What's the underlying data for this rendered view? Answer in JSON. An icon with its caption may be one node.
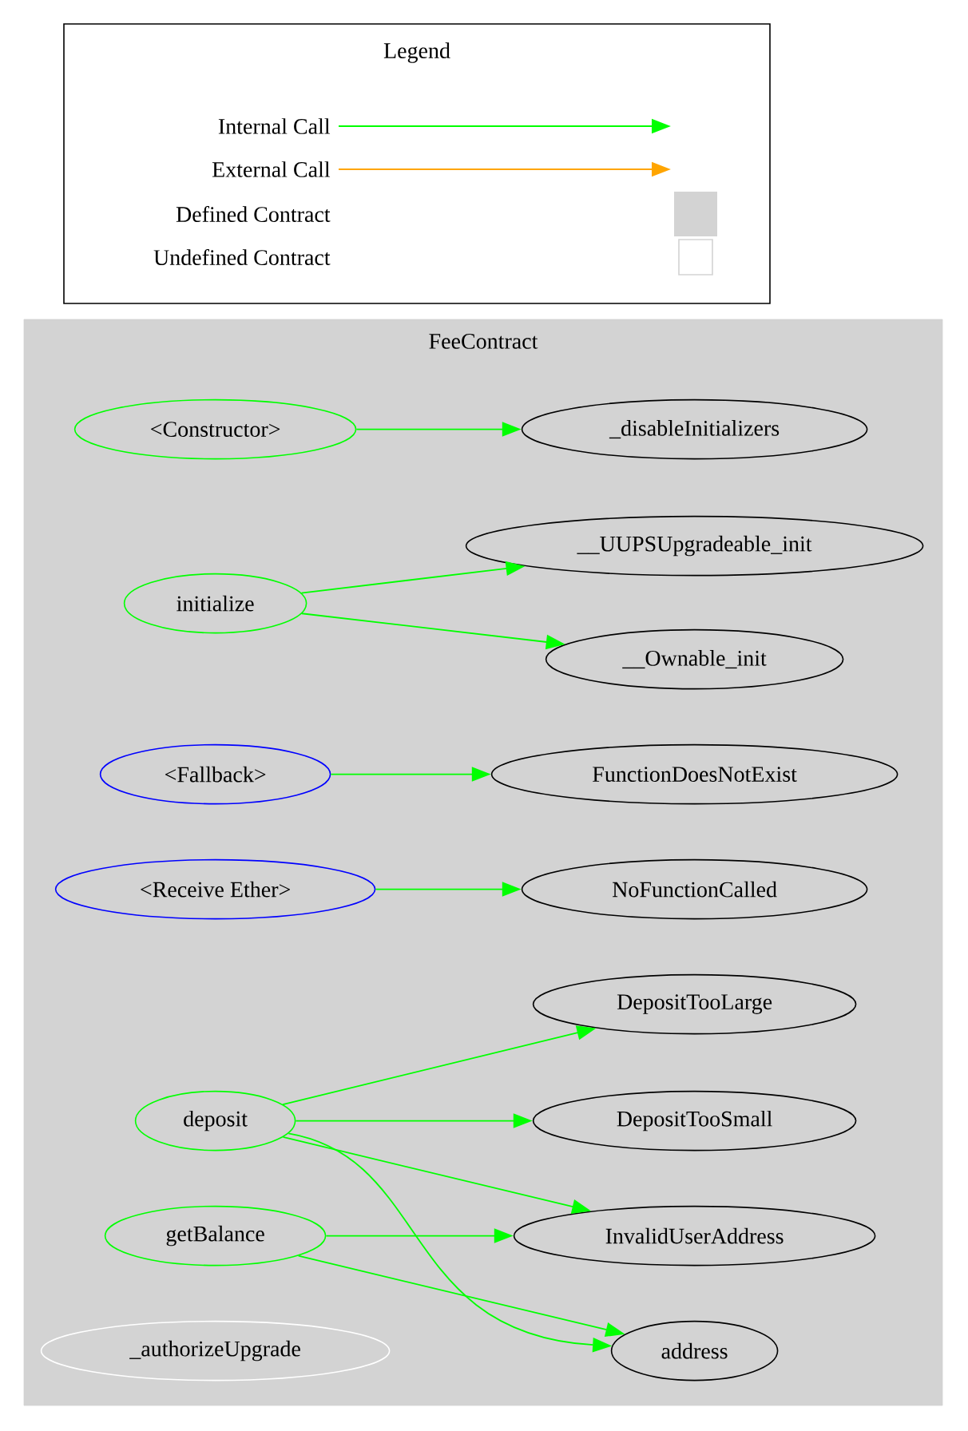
{
  "diagram": {
    "nodes": [
      {
        "text": [
          "FeeContract"
        ]
      },
      {
        "text": [
          "<Constructor>"
        ],
        "in": 0
      },
      {
        "text": [
          "_disableInitializers"
        ],
        "in": 0
      },
      {
        "text": [
          "initialize"
        ],
        "in": 0
      },
      {
        "text": [
          "__UUPSUpgradeable_init"
        ],
        "in": 0
      },
      {
        "text": [
          "__Ownable_init"
        ],
        "in": 0
      },
      {
        "text": [
          "<Fallback>"
        ],
        "in": 0
      },
      {
        "text": [
          "FunctionDoesNotExist"
        ],
        "in": 0
      },
      {
        "text": [
          "<Receive Ether>"
        ],
        "in": 0
      },
      {
        "text": [
          "NoFunctionCalled"
        ],
        "in": 0
      },
      {
        "text": [
          "DepositTooLarge"
        ],
        "in": 0
      },
      {
        "text": [
          "deposit"
        ],
        "in": 0
      },
      {
        "text": [
          "DepositTooSmall"
        ],
        "in": 0
      },
      {
        "text": [
          "getBalance"
        ],
        "in": 0
      },
      {
        "text": [
          "InvalidUserAddress"
        ],
        "in": 0
      },
      {
        "text": [
          "_authorizeUpgrade"
        ],
        "in": 0
      },
      {
        "text": [
          "address"
        ],
        "in": 0
      }
    ],
    "edges": [
      {
        "from": 1,
        "to": 2,
        "arrow": "to"
      },
      {
        "from": 3,
        "to": 4,
        "arrow": "to"
      },
      {
        "from": 3,
        "to": 5,
        "arrow": "to"
      },
      {
        "from": 6,
        "to": 7,
        "arrow": "to"
      },
      {
        "from": 8,
        "to": 9,
        "arrow": "to"
      },
      {
        "from": 11,
        "to": 10,
        "arrow": "to"
      },
      {
        "from": 11,
        "to": 12,
        "arrow": "to"
      },
      {
        "from": 11,
        "to": 14,
        "arrow": "to"
      },
      {
        "from": 11,
        "to": 16,
        "arrow": "to"
      },
      {
        "from": 13,
        "to": 14,
        "arrow": "to"
      },
      {
        "from": 13,
        "to": 16,
        "arrow": "to"
      }
    ],
    "labels": [
      "Legend"
    ],
    "legend": [
      {
        "text": "Internal Call"
      },
      {
        "text": "External Call"
      },
      {
        "text": "Defined Contract",
        "color": "#d3d3d3"
      },
      {
        "text": "Undefined Contract"
      }
    ]
  }
}
